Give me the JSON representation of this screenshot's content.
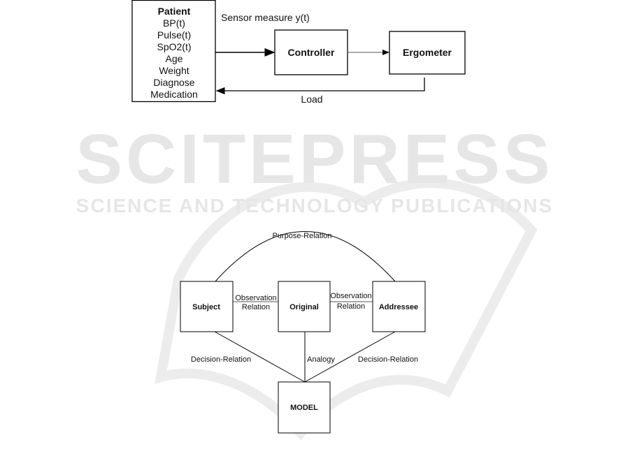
{
  "watermark": {
    "big": "SCITEPRESS",
    "small": "SCIENCE AND TECHNOLOGY PUBLICATIONS"
  },
  "control_diagram": {
    "patient": {
      "title": "Patient",
      "lines": [
        "BP(t)",
        "Pulse(t)",
        "SpO2(t)",
        "Age",
        "Weight",
        "Diagnose",
        "Medication"
      ]
    },
    "sensor_label": "Sensor measure y(t)",
    "controller": "Controller",
    "ergometer": "Ergometer",
    "load_label": "Load"
  },
  "model_diagram": {
    "purpose_relation": "Purpose-Relation",
    "subject": "Subject",
    "original": "Original",
    "addressee": "Addressee",
    "model": "MODEL",
    "observation_left": [
      "Observation",
      "Relation"
    ],
    "observation_right": [
      "Observation",
      "Relation"
    ],
    "decision_left": "Decision-Relation",
    "analogy": "Analogy",
    "decision_right": "Decision-Relation"
  }
}
